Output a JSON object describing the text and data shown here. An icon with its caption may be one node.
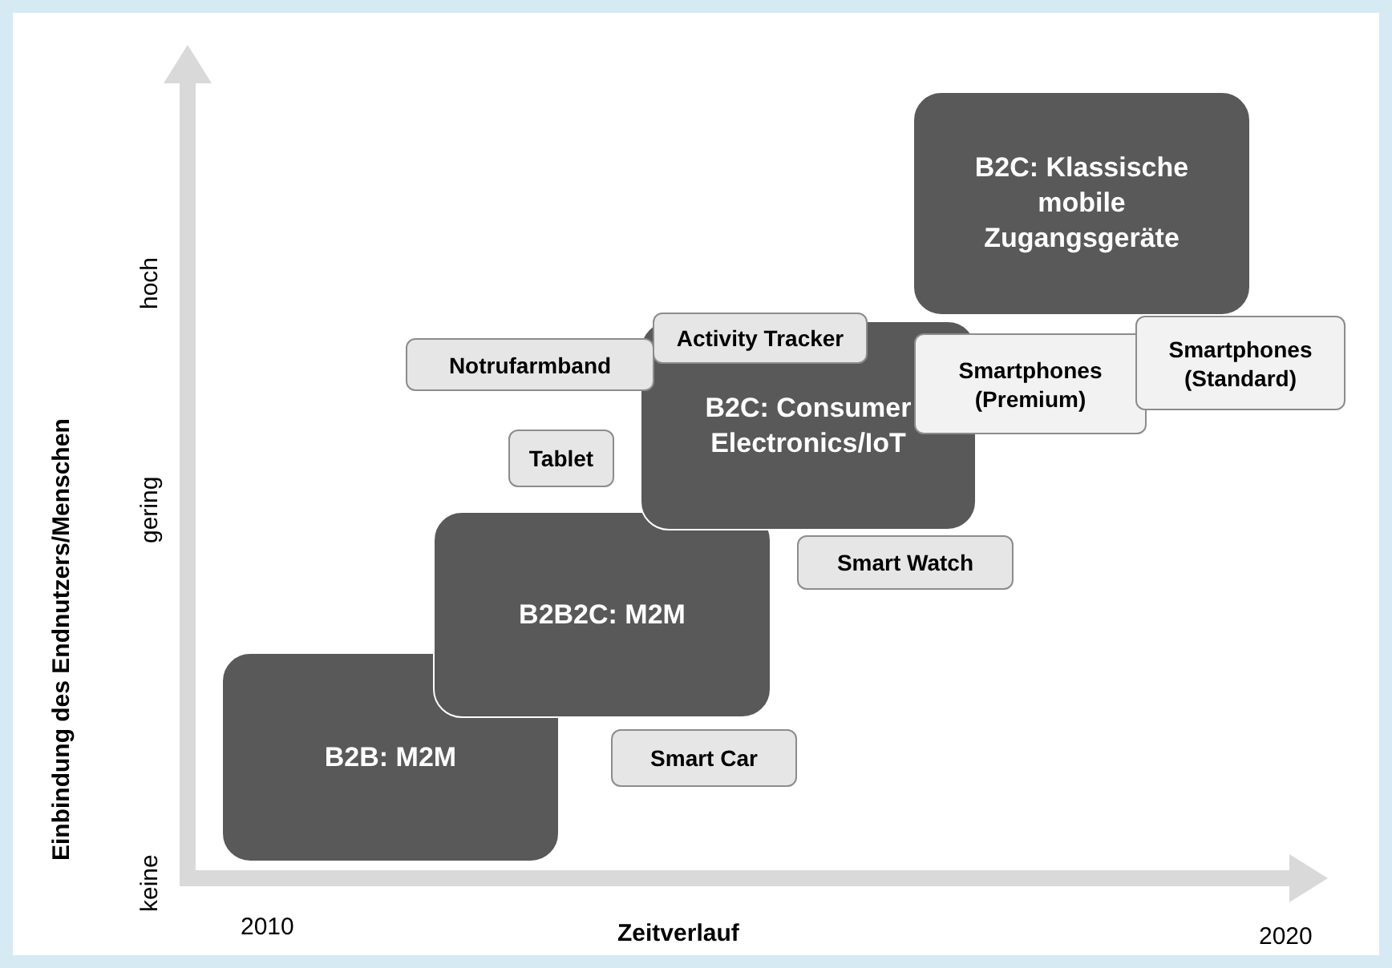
{
  "diagram": {
    "nodes": [
      {
        "text": [
          "B2B: M2M"
        ]
      },
      {
        "text": [
          "B2B2C: M2M"
        ]
      },
      {
        "text": [
          "B2C: Consumer Electronics/IoT"
        ]
      },
      {
        "text": [
          "B2C: Klassische mobile Zugangsgeräte"
        ]
      },
      {
        "text": [
          "Notrufarmband"
        ]
      },
      {
        "text": [
          "Activity Tracker"
        ]
      },
      {
        "text": [
          "Tablet"
        ]
      },
      {
        "text": [
          "Smartphones (Premium)"
        ]
      },
      {
        "text": [
          "Smartphones (Standard)"
        ]
      },
      {
        "text": [
          "Smart Watch"
        ]
      },
      {
        "text": [
          "Smart Car"
        ]
      }
    ],
    "labels": [
      "Einbindung des Endnutzers/Menschen",
      "hoch",
      "gering",
      "keine",
      "2010",
      "Zeitverlauf",
      "2020"
    ]
  }
}
